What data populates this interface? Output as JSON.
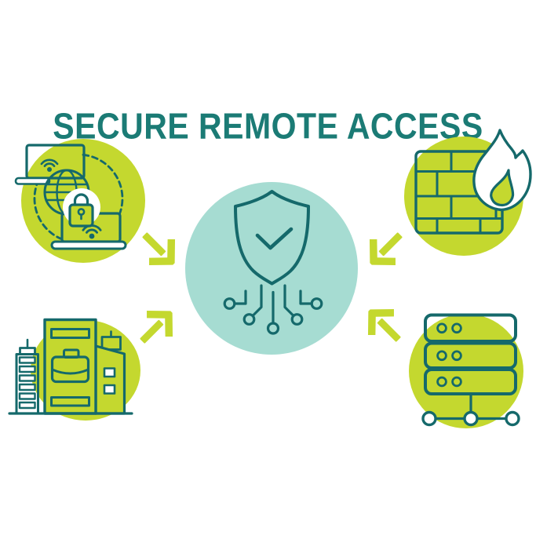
{
  "title": "SECURE REMOTE ACCESS",
  "colors": {
    "teal": "#15696b",
    "title_teal": "#1b7b75",
    "lime": "#c4d82f",
    "light_teal": "#a6dcd2",
    "white": "#ffffff"
  },
  "diagram": {
    "center_node": {
      "icon": "shield-check-network-icon",
      "position": "center"
    },
    "source_nodes": [
      {
        "icon": "remote-devices-vpn-icon",
        "position": "top-left"
      },
      {
        "icon": "firewall-icon",
        "position": "top-right"
      },
      {
        "icon": "office-building-icon",
        "position": "bottom-left"
      },
      {
        "icon": "server-stack-icon",
        "position": "bottom-right"
      }
    ],
    "arrows": [
      {
        "icon": "arrow-icon",
        "from": "top-left",
        "points": "down-right"
      },
      {
        "icon": "arrow-icon",
        "from": "top-right",
        "points": "down-left"
      },
      {
        "icon": "arrow-icon",
        "from": "bottom-left",
        "points": "up-right"
      },
      {
        "icon": "arrow-icon",
        "from": "bottom-right",
        "points": "up-left"
      }
    ]
  }
}
